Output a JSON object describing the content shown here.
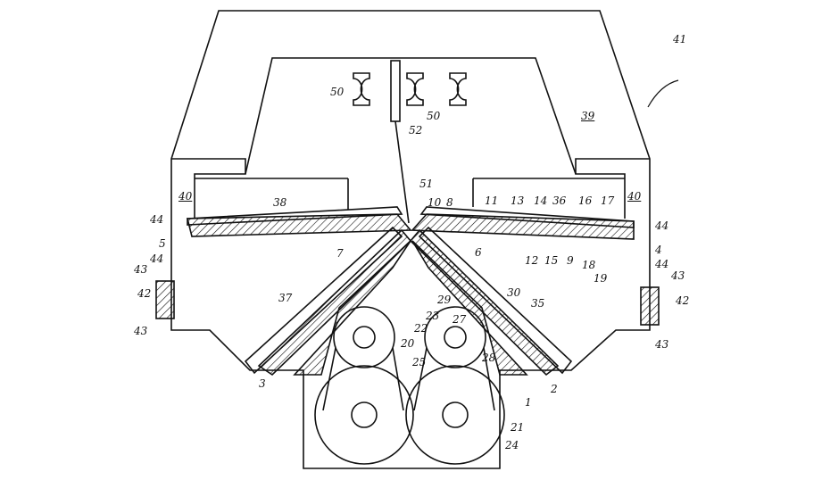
{
  "figure": {
    "reference_numerals": {
      "assembly": "41",
      "frame": "39",
      "side_blocks": [
        "40",
        "40"
      ],
      "spools_single": "50",
      "spools_pair": "50",
      "guide_upper": "52",
      "guide_lower": "51",
      "top_left": [
        "38",
        "44",
        "5",
        "44",
        "7"
      ],
      "top_right": [
        "10",
        "8",
        "11",
        "13",
        "14",
        "36",
        "16",
        "17",
        "44",
        "4",
        "44",
        "6",
        "12",
        "15",
        "9",
        "18",
        "19"
      ],
      "side_left": [
        "43",
        "42",
        "43"
      ],
      "side_right": [
        "43",
        "42",
        "43"
      ],
      "lower_left": [
        "37",
        "3",
        "20"
      ],
      "lower_right": [
        "29",
        "23",
        "27",
        "22",
        "30",
        "35",
        "25",
        "28",
        "2",
        "1",
        "21",
        "24"
      ]
    }
  }
}
